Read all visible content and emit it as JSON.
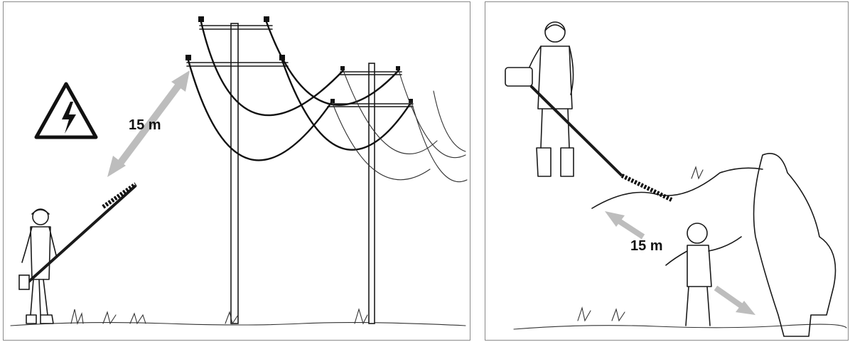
{
  "panels": [
    {
      "name": "power-line-safety",
      "distance_label": "15 m",
      "icon": "electrical-hazard-warning-icon"
    },
    {
      "name": "bystander-safety",
      "distance_label": "15 m"
    }
  ],
  "colors": {
    "line": "#1a1a1a",
    "arrow": "#bdbdbd",
    "border": "#8a8a8a"
  }
}
